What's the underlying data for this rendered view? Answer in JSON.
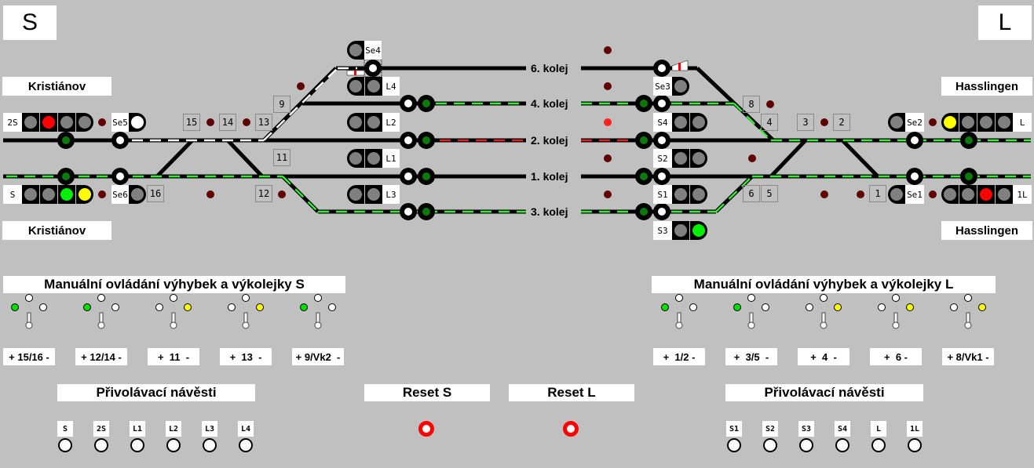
{
  "sides": {
    "left": "S",
    "right": "L"
  },
  "stations": {
    "left_top": "Kristiánov",
    "left_bottom": "Kristiánov",
    "right_top": "Hasslingen",
    "right_bottom": "Hasslingen"
  },
  "tracks": [
    {
      "label": "6. kolej",
      "state": "free"
    },
    {
      "label": "4. kolej",
      "state": "route-green"
    },
    {
      "label": "2. kolej",
      "state": "occupied-red"
    },
    {
      "label": "1. kolej",
      "state": "free"
    },
    {
      "label": "3. kolej",
      "state": "route-green"
    }
  ],
  "switch_numbers": {
    "left": [
      "15",
      "14",
      "13",
      "9",
      "11",
      "16",
      "12"
    ],
    "right": [
      "8",
      "4",
      "3",
      "2",
      "6",
      "5",
      "1"
    ]
  },
  "signals": {
    "left": [
      {
        "name": "2S",
        "lamps": [
          "gray",
          "red",
          "gray",
          "gray"
        ]
      },
      {
        "name": "S",
        "lamps": [
          "gray",
          "gray",
          "green",
          "yellow"
        ]
      },
      {
        "name": "Se5",
        "lamps": [
          "white"
        ]
      },
      {
        "name": "Se6",
        "lamps": [
          "gray"
        ]
      },
      {
        "name": "Se4",
        "lamps": [
          "gray"
        ]
      },
      {
        "name": "L4",
        "lamps": [
          "gray",
          "gray"
        ]
      },
      {
        "name": "L2",
        "lamps": [
          "gray",
          "gray"
        ]
      },
      {
        "name": "L1",
        "lamps": [
          "gray",
          "gray"
        ]
      },
      {
        "name": "L3",
        "lamps": [
          "gray",
          "gray"
        ]
      }
    ],
    "right": [
      {
        "name": "Se3",
        "lamps": [
          "gray"
        ]
      },
      {
        "name": "S4",
        "lamps": [
          "gray",
          "gray"
        ]
      },
      {
        "name": "S2",
        "lamps": [
          "gray",
          "gray"
        ]
      },
      {
        "name": "S1",
        "lamps": [
          "gray",
          "gray"
        ]
      },
      {
        "name": "S3",
        "lamps": [
          "gray",
          "green"
        ]
      },
      {
        "name": "Se2",
        "lamps": [
          "gray"
        ]
      },
      {
        "name": "L",
        "lamps": [
          "yellow",
          "gray",
          "gray",
          "gray"
        ]
      },
      {
        "name": "Se1",
        "lamps": [
          "gray"
        ]
      },
      {
        "name": "1L",
        "lamps": [
          "gray",
          "gray",
          "red",
          "gray"
        ]
      }
    ]
  },
  "manual_panels": {
    "left": {
      "title": "Manuální ovládání výhybek a výkolejky S",
      "switches": [
        {
          "label": "+ 15/16 -",
          "state": "plus"
        },
        {
          "label": "+ 12/14 -",
          "state": "plus"
        },
        {
          "label": "+  11  -",
          "state": "minus"
        },
        {
          "label": "+  13  -",
          "state": "minus"
        },
        {
          "label": "+ 9/Vk2  -",
          "state": "plus"
        }
      ]
    },
    "right": {
      "title": "Manuální ovládání výhybek a výkolejky L",
      "switches": [
        {
          "label": "+  1/2 -",
          "state": "plus"
        },
        {
          "label": "+  3/5  -",
          "state": "plus"
        },
        {
          "label": "+  4  -",
          "state": "minus"
        },
        {
          "label": "+  6 -",
          "state": "minus"
        },
        {
          "label": "+ 8/Vk1 -",
          "state": "minus"
        }
      ]
    }
  },
  "call_on": {
    "left": {
      "title": "Přivolávací návěsti",
      "buttons": [
        "S",
        "2S",
        "L1",
        "L2",
        "L3",
        "L4"
      ]
    },
    "right": {
      "title": "Přivolávací návěsti",
      "buttons": [
        "S1",
        "S2",
        "S3",
        "S4",
        "L",
        "1L"
      ]
    }
  },
  "reset": {
    "left": "Reset S",
    "right": "Reset L"
  },
  "colors": {
    "background": "#c0c0c0",
    "route_green": "#33ee33",
    "occupied_red": "#e02020",
    "lamp_gray": "#808080",
    "lamp_red": "#ff0000",
    "lamp_green": "#00ee00",
    "lamp_yellow": "#ffff00",
    "indicator_dark": "#600000"
  }
}
